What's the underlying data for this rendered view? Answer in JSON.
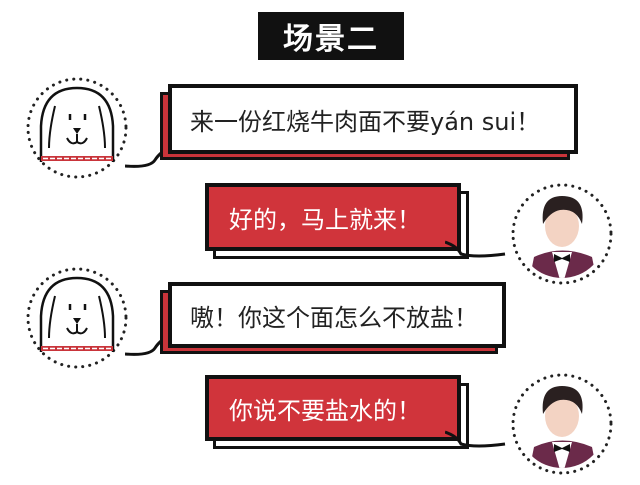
{
  "title": "场景二",
  "messages": [
    {
      "speaker": "customer",
      "avatar": "dog-icon",
      "text": "来一份红烧牛肉面不要yán sui！",
      "bubble_color": "#ffffff"
    },
    {
      "speaker": "waiter",
      "avatar": "waiter-photo",
      "text": "好的，马上就来！",
      "bubble_color": "#d0343b"
    },
    {
      "speaker": "customer",
      "avatar": "dog-icon",
      "text": "嗷！你这个面怎么不放盐！",
      "bubble_color": "#ffffff"
    },
    {
      "speaker": "waiter",
      "avatar": "waiter-photo",
      "text": "你说不要盐水的！",
      "bubble_color": "#d0343b"
    }
  ]
}
